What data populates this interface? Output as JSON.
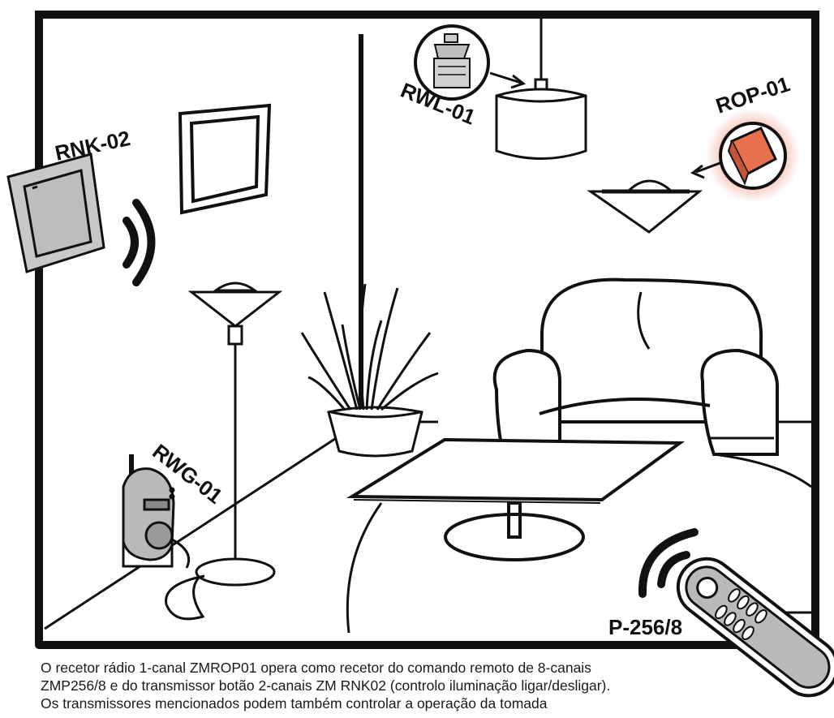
{
  "labels": {
    "rnk": "RNK-02",
    "rwl": "RWL-01",
    "rop": "ROP-01",
    "rwg": "RWG-01",
    "remote": "P-256/8"
  },
  "caption": {
    "line1": "O recetor rádio 1-canal ZMROP01 opera como recetor do comando remoto de 8-canais",
    "line2": "ZMP256/8 e do transmissor botão  2-canais ZM RNK02  (controlo iluminação ligar/desligar).",
    "line3": "Os transmissores mencionados podem também controlar a operação da tomada"
  },
  "colors": {
    "outline": "#111111",
    "device_fill": "#b9b9b9",
    "highlight": "#e8704f",
    "highlight_glow": "#f6c2b2"
  },
  "icons": {
    "rnk": "wall-switch-icon",
    "rwl": "bulb-socket-receiver-icon",
    "rop": "radio-receiver-module-icon",
    "rwg": "plug-socket-receiver-icon",
    "remote": "remote-control-icon",
    "signal": "radio-waves-icon"
  }
}
